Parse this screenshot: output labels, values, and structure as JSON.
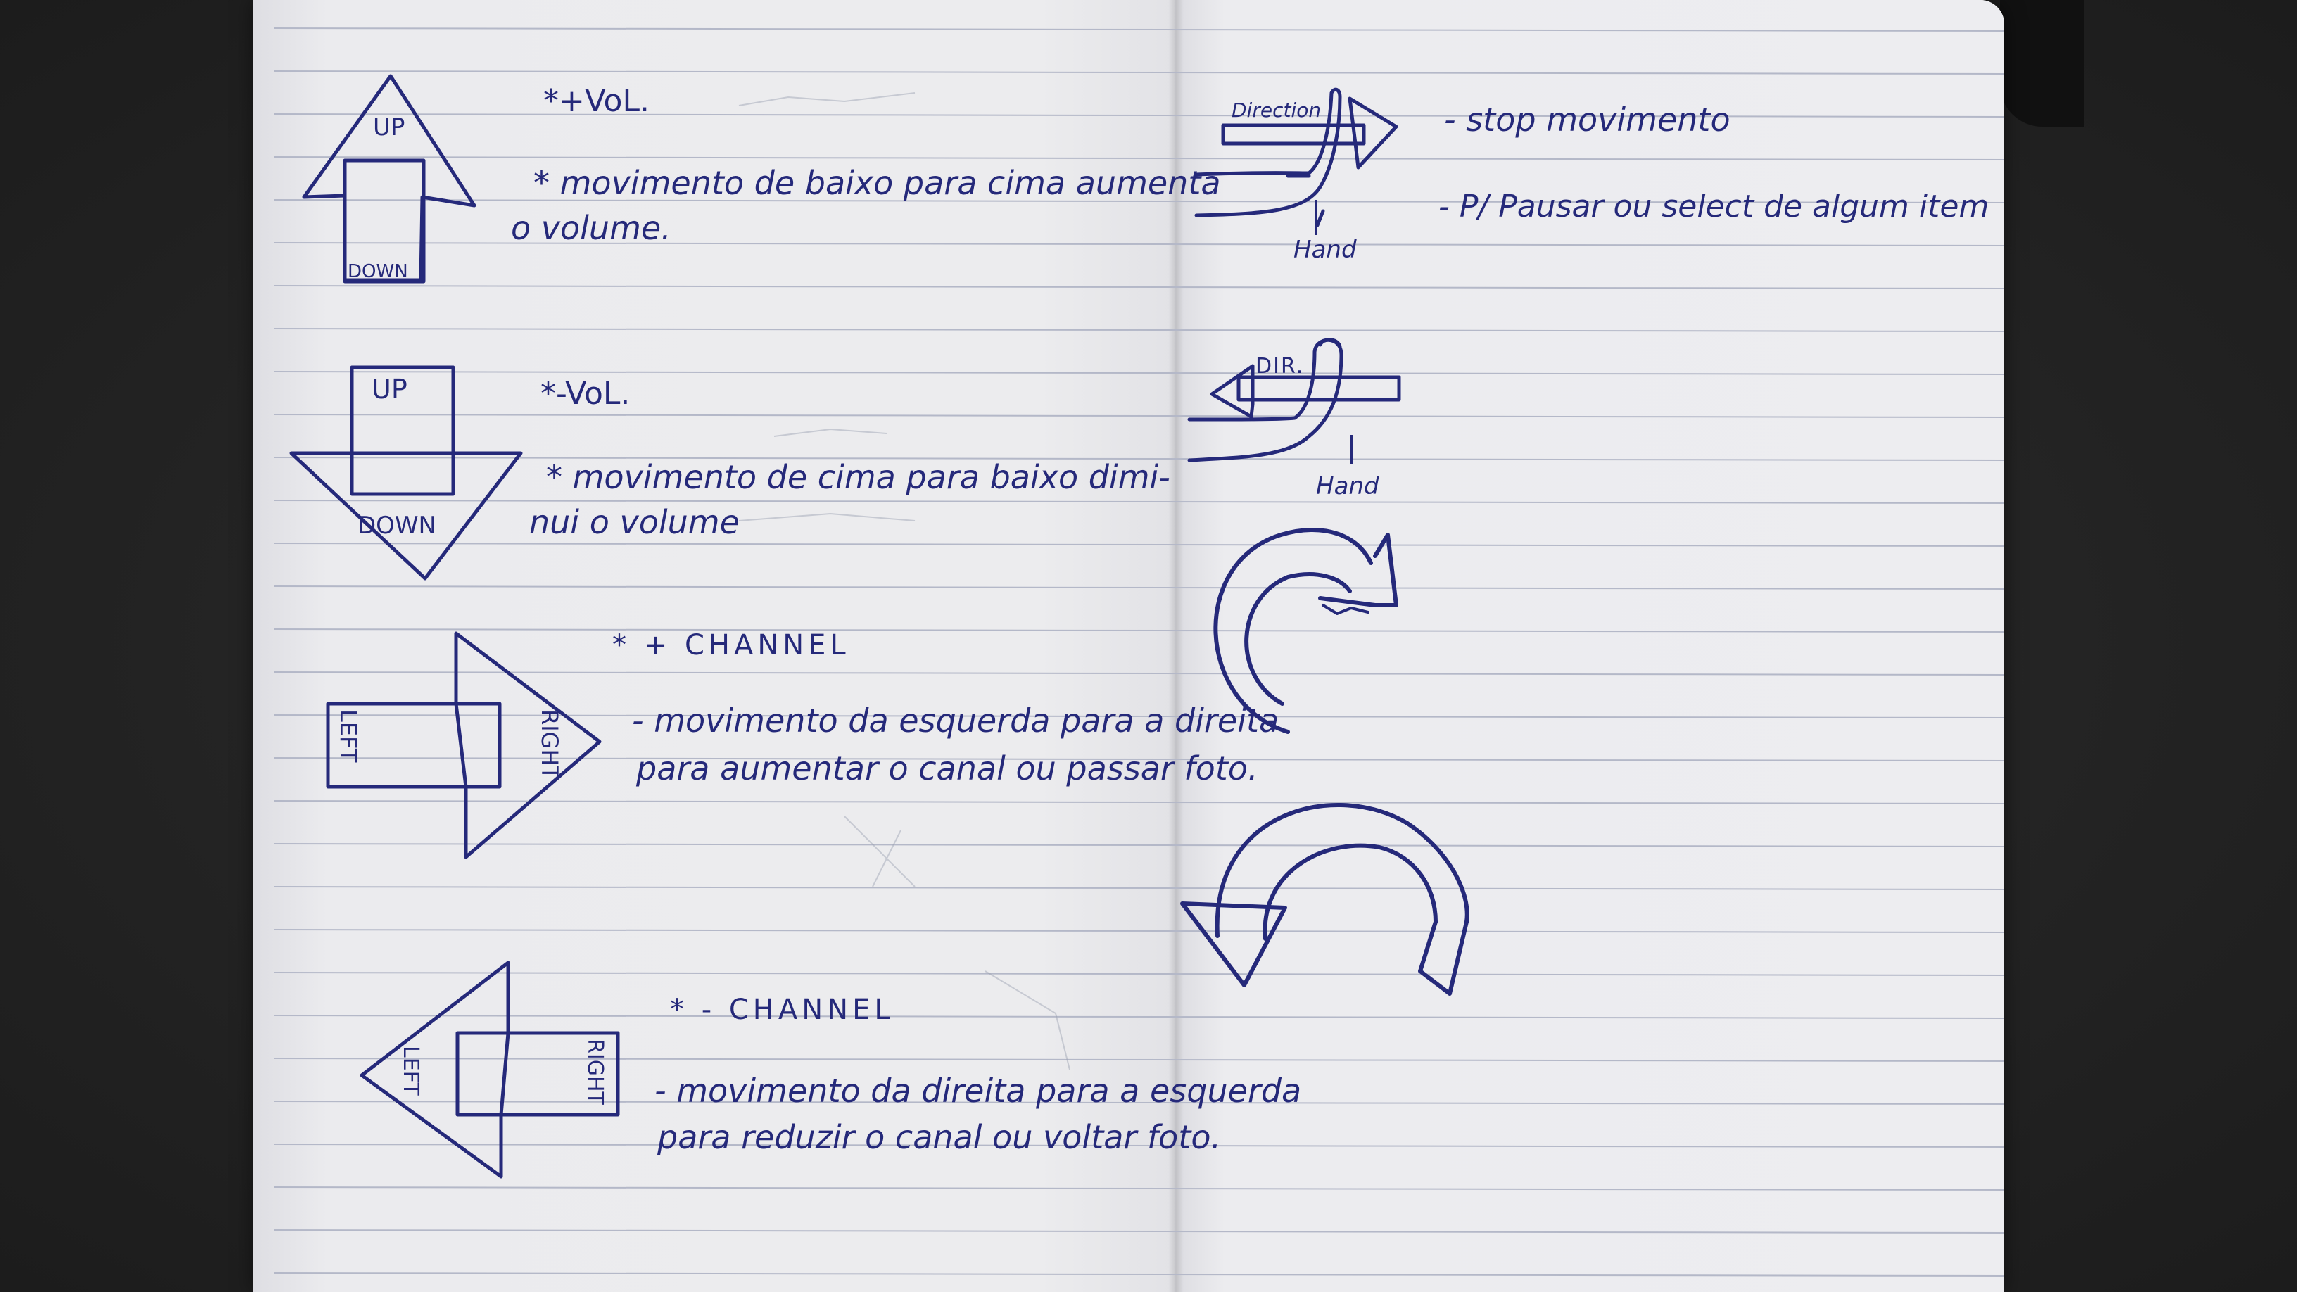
{
  "left_page": {
    "vol_up": {
      "arrow_top_label": "UP",
      "arrow_bottom_label": "DOWN",
      "title": "*+VoL.",
      "desc_line1": "* movimento de baixo para cima aumenta",
      "desc_line2": "o volume."
    },
    "vol_down": {
      "arrow_top_label": "UP",
      "arrow_bottom_label": "DOWN",
      "title": "*-VoL.",
      "desc_line1": "* movimento de cima para baixo dimi-",
      "desc_line2": "nui o volume"
    },
    "ch_up": {
      "arrow_left_label": "LEFT",
      "arrow_right_label": "RIGHT",
      "title": "* + CHANNEL",
      "desc_line1": "- movimento da esquerda para a direita",
      "desc_line2": "para aumentar o canal ou passar foto."
    },
    "ch_down": {
      "arrow_left_label": "LEFT",
      "arrow_right_label": "RIGHT",
      "title": "* - CHANNEL",
      "desc_line1": "- movimento da direita para a esquerda",
      "desc_line2": "para reduzir o canal ou voltar foto."
    }
  },
  "right_page": {
    "stop": {
      "direction_label": "Direction",
      "hand_label": "Hand",
      "desc_line1": "- stop movimento",
      "desc_line2": "- P/ Pausar ou select de algum item"
    },
    "second": {
      "dir_label": "DIR.",
      "hand_label": "Hand"
    }
  },
  "colors": {
    "ink": "#25297a",
    "paper": "#ececef",
    "rule": "#b4b8c8"
  }
}
